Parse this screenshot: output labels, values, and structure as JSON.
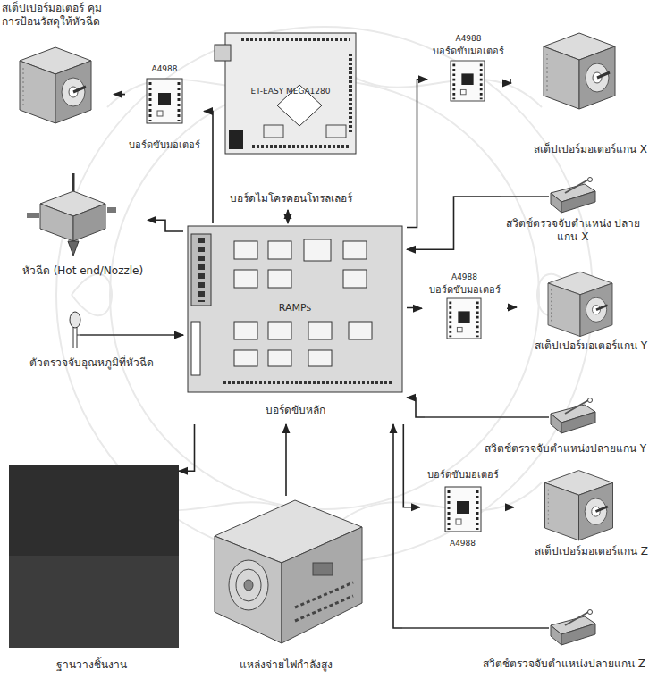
{
  "diagram": {
    "nodes": [
      {
        "text": [
          "สเต็ปเปอร์มอเตอร์ คุมการป้อนวัสดุให้หัวฉีด"
        ]
      },
      {
        "text": [
          "A4988",
          "บอร์ดขับมอเตอร์"
        ]
      },
      {
        "text": [
          "ET-EASY MEGA1280",
          "บอร์ดไมโครคอนโทรลเลอร์"
        ]
      },
      {
        "text": [
          "A4988",
          "บอร์ดขับมอเตอร์"
        ]
      },
      {
        "text": [
          "สเต็ปเปอร์มอเตอร์แกน X"
        ]
      },
      {
        "text": [
          "หัวฉีด (Hot end/Nozzle)"
        ]
      },
      {
        "text": [
          "สวิตช์ตรวจจับตำแหน่ง ปลายแกน X"
        ]
      },
      {
        "text": [
          "RAMPs",
          "บอร์ดขับหลัก"
        ]
      },
      {
        "text": [
          "A4988",
          "บอร์ดขับมอเตอร์"
        ]
      },
      {
        "text": [
          "ตัวตรวจจับอุณหภูมิที่หัวฉีด"
        ]
      },
      {
        "text": [
          "สเต็ปเปอร์มอเตอร์แกน Y"
        ]
      },
      {
        "text": [
          "สวิตช์ตรวจจับตำแหน่งปลายแกน Y"
        ]
      },
      {
        "text": [
          "บอร์ดขับมอเตอร์",
          "A4988"
        ]
      },
      {
        "text": [
          "สเต็ปเปอร์มอเตอร์แกน Z"
        ]
      },
      {
        "text": [
          "ฐานวางชิ้นงาน"
        ]
      },
      {
        "text": [
          "แหล่งจ่ายไฟกำลังสูง"
        ]
      },
      {
        "text": [
          "สวิตช์ตรวจจับตำแหน่งปลายแกน Z"
        ]
      }
    ],
    "edges": [
      {
        "from": 7,
        "to": 1,
        "arrow": "to"
      },
      {
        "from": 1,
        "to": 0,
        "arrow": "to"
      },
      {
        "from": 2,
        "to": 7,
        "arrow": "both"
      },
      {
        "from": 7,
        "to": 3,
        "arrow": "to"
      },
      {
        "from": 3,
        "to": 4,
        "arrow": "to"
      },
      {
        "from": 7,
        "to": 5,
        "arrow": "to"
      },
      {
        "from": 6,
        "to": 7,
        "arrow": "to"
      },
      {
        "from": 7,
        "to": 8,
        "arrow": "to"
      },
      {
        "from": 8,
        "to": 10,
        "arrow": "to"
      },
      {
        "from": 9,
        "to": 7,
        "arrow": "to"
      },
      {
        "from": 11,
        "to": 7,
        "arrow": "to"
      },
      {
        "from": 7,
        "to": 12,
        "arrow": "to"
      },
      {
        "from": 12,
        "to": 13,
        "arrow": "to"
      },
      {
        "from": 7,
        "to": 14,
        "arrow": "to"
      },
      {
        "from": 15,
        "to": 7,
        "arrow": "to"
      },
      {
        "from": 16,
        "to": 7,
        "arrow": "to"
      }
    ]
  }
}
